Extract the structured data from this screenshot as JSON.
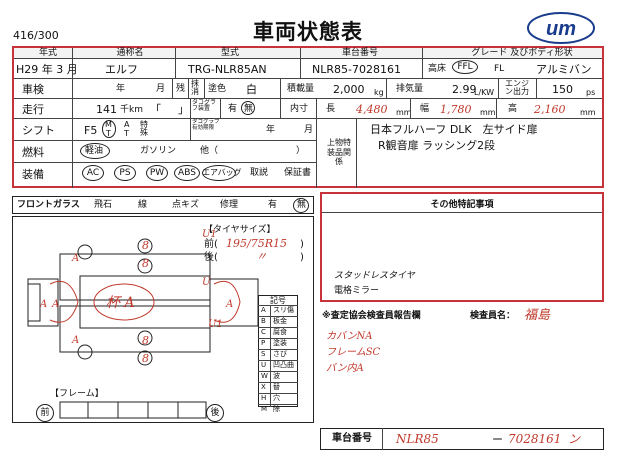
{
  "header": {
    "code": "416/300",
    "title": "車両状態表",
    "logo_text": "um"
  },
  "info_table": {
    "headers": {
      "year": "年式",
      "model_name": "通称名",
      "type": "型式",
      "chassis_no": "車台番号",
      "grade": "グレード 及びボディ形状"
    },
    "values": {
      "year": "H29 年  3  月",
      "model_name": "エルフ",
      "type": "TRG-NLR85AN",
      "chassis_no": "NLR85-7028161",
      "roof": "高床",
      "fuel_type": "FFL",
      "fl": "FL",
      "body": "アルミバン"
    },
    "row_inspection": {
      "label": "車検",
      "year_unit": "年",
      "month_unit": "月",
      "remaining": "残",
      "expired": "抹消",
      "color_label": "塗色",
      "color": "白",
      "capacity_label": "積載量",
      "capacity": "2,000",
      "capacity_unit": "kg",
      "displacement_label": "排気量",
      "displacement": "2.99",
      "displacement_unit": "L/KW",
      "power_label": "エンジン出力",
      "power": "150",
      "power_unit": "ps"
    },
    "row_mileage": {
      "label": "走行",
      "value": "141",
      "unit": "千km",
      "bracket_open": "「",
      "bracket_close": "」",
      "tacho_label": "タコグラフ装置",
      "tacho_yes": "有",
      "tacho_no": "無",
      "interior_label": "内寸",
      "length_label": "長",
      "length": "4,480",
      "length_unit": "mm",
      "width_label": "幅",
      "width": "1,780",
      "width_unit": "mm",
      "height_label": "高",
      "height": "2,160",
      "height_unit": "mm"
    },
    "row_shift": {
      "label": "シフト",
      "value": "F5",
      "mt": "M",
      "t": "T",
      "at": "A",
      "special_t": "T",
      "special": "特殊",
      "tacho_exp": "タコグラフ有効期限",
      "year_unit": "年",
      "month_unit": "月"
    },
    "row_fuel": {
      "label": "燃料",
      "diesel": "軽油",
      "gasoline": "ガソリン",
      "other": "他（",
      "other_close": "）"
    },
    "row_equipment": {
      "label": "装備",
      "items": [
        "AC",
        "PS",
        "PW",
        "ABS",
        "エアバッグ",
        "取説",
        "保証書"
      ]
    },
    "special_equipment": {
      "label": "上物特装品関係",
      "line1": "日本フルハーフ DLK　左サイド扉",
      "line2": "R観音扉 ラッシング2段"
    }
  },
  "windshield": {
    "label": "フロントガラス",
    "options": [
      "飛石",
      "線",
      "点キズ",
      "修理",
      "有",
      "無"
    ]
  },
  "other_notes": {
    "title": "その他特記事項",
    "line1": "スタッドレスタイヤ",
    "line2": "電格ミラー"
  },
  "tire": {
    "title": "【タイヤサイズ】",
    "front_label": "前(",
    "front_value": "195/75R15",
    "rear_label": "後(",
    "rear_value": "〃",
    "close": ")"
  },
  "diagram": {
    "marks_body": "杯 A",
    "marks": [
      "8",
      "8",
      "8",
      "8",
      "A",
      "A",
      "A",
      "A",
      "U",
      "A",
      "U1",
      "U1"
    ]
  },
  "legend": {
    "title": "記号",
    "rows": [
      {
        "code": "A",
        "label": "スリ傷"
      },
      {
        "code": "B",
        "label": "板金"
      },
      {
        "code": "C",
        "label": "腐食"
      },
      {
        "code": "P",
        "label": "塗装"
      },
      {
        "code": "S",
        "label": "さび"
      },
      {
        "code": "U",
        "label": "凹凸曲"
      },
      {
        "code": "W",
        "label": "波"
      },
      {
        "code": "X",
        "label": "替"
      },
      {
        "code": "H",
        "label": "穴"
      },
      {
        "code": "M",
        "label": "除"
      }
    ]
  },
  "frame_label": "【フレーム】",
  "arrows": {
    "front": "前",
    "rear": "後"
  },
  "inspector": {
    "report_label": "※査定協会検査員報告欄",
    "inspector_label": "検査員名：",
    "inspector_name": "福島",
    "notes": [
      "カバンNA",
      "フレームSC",
      "バン内A"
    ]
  },
  "footer": {
    "chassis_label": "車台番号",
    "chassis_prefix": "NLR85",
    "chassis_suffix": "7028161",
    "chassis_end": "ン"
  },
  "colors": {
    "accent": "#c8323a",
    "ink": "#c0392b",
    "logo": "#1a3c8c"
  }
}
